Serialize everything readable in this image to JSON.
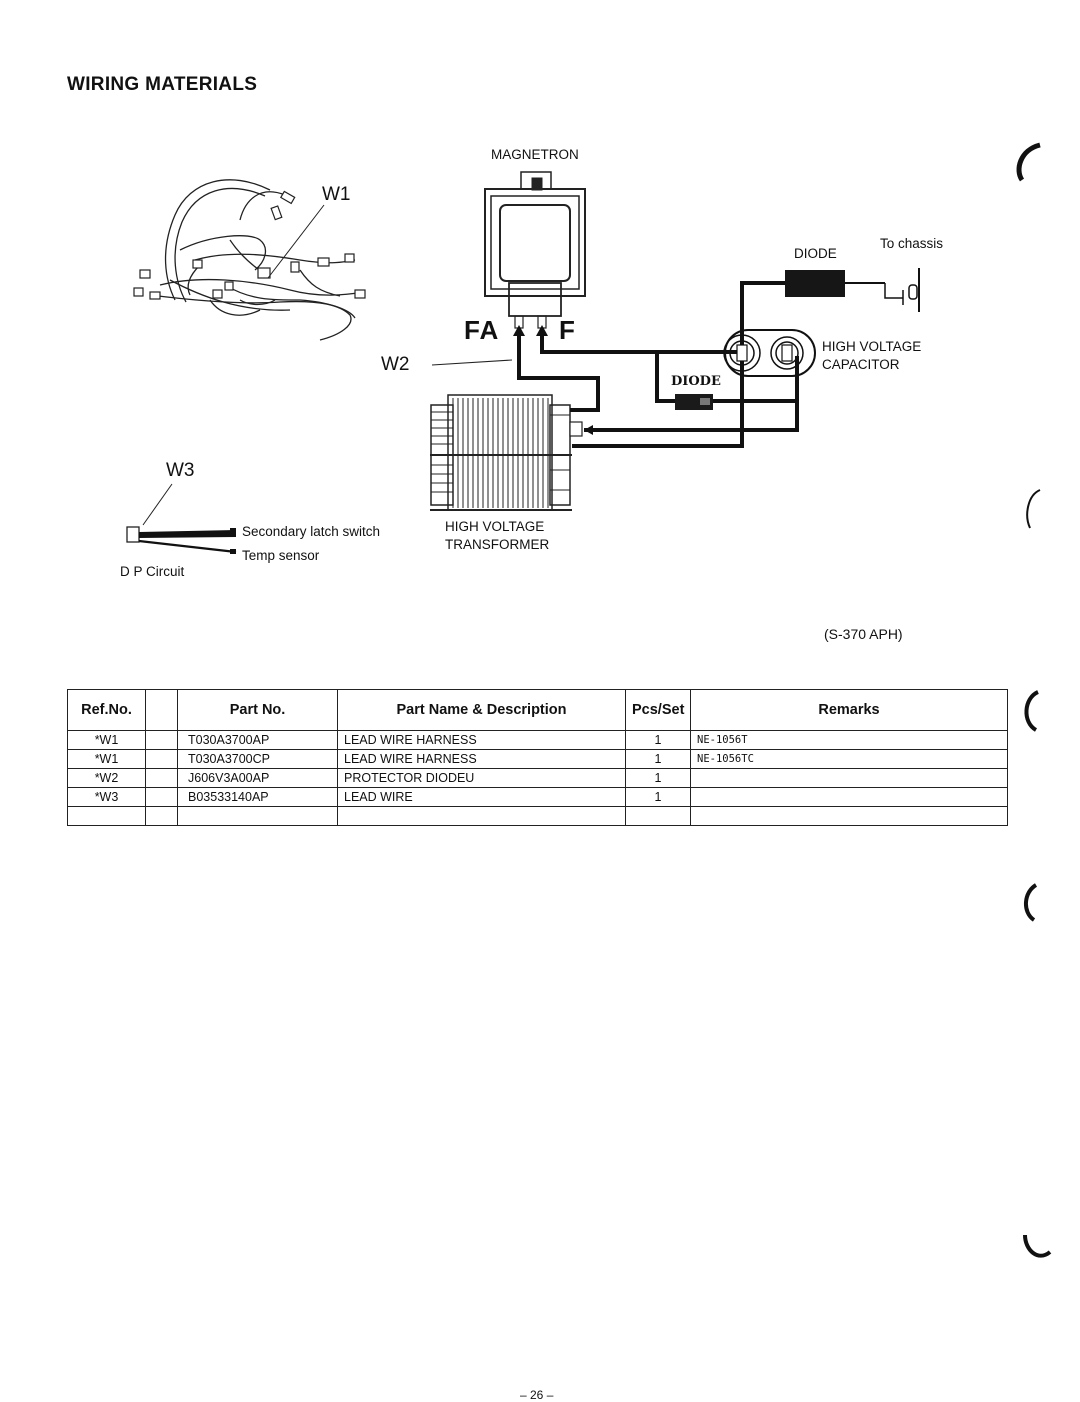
{
  "page_title": "WIRING MATERIALS",
  "labels": {
    "magnetron": "MAGNETRON",
    "w1": "W1",
    "w2": "W2",
    "w3": "W3",
    "fa": "FA",
    "f": "F",
    "diode": "DIODE",
    "to_chassis": "To chassis",
    "hv_capacitor_line1": "HIGH VOLTAGE",
    "hv_capacitor_line2": "CAPACITOR",
    "diode_handwritten": "DIODE",
    "secondary_latch_switch": "Secondary latch switch",
    "temp_sensor": "Temp sensor",
    "dp_circuit": "D P Circuit",
    "hv_transformer_line1": "HIGH VOLTAGE",
    "hv_transformer_line2": "TRANSFORMER",
    "model": "(S-370 APH)"
  },
  "table": {
    "headers": [
      "Ref.No.",
      "",
      "Part No.",
      "Part Name & Description",
      "Pcs/Set",
      "Remarks"
    ],
    "rows": [
      {
        "ref": "*W1",
        "blank": "",
        "part_no": "T030A3700AP",
        "description": "LEAD WIRE HARNESS",
        "pcs": "1",
        "remarks": "NE-1056T"
      },
      {
        "ref": "*W1",
        "blank": "",
        "part_no": "T030A3700CP",
        "description": "LEAD WIRE HARNESS",
        "pcs": "1",
        "remarks": "NE-1056TC"
      },
      {
        "ref": "*W2",
        "blank": "",
        "part_no": "J606V3A00AP",
        "description": "PROTECTOR DIODEU",
        "pcs": "1",
        "remarks": ""
      },
      {
        "ref": "*W3",
        "blank": "",
        "part_no": "B03533140AP",
        "description": "LEAD WIRE",
        "pcs": "1",
        "remarks": ""
      },
      {
        "ref": "",
        "blank": "",
        "part_no": "",
        "description": "",
        "pcs": "",
        "remarks": ""
      }
    ]
  },
  "page_number": "– 26 –"
}
